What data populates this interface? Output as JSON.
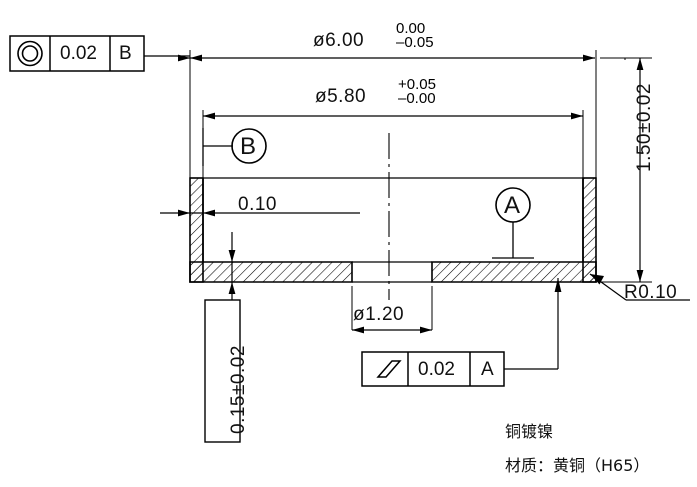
{
  "drawing": {
    "title": "Brass cup cross-section engineering drawing",
    "line_color": "#000000",
    "background": "#ffffff"
  },
  "feature_control_frames": [
    {
      "id": "fcf-circularity-b",
      "symbol_name": "concentricity-icon",
      "symbol_meaning": "concentricity",
      "tolerance": "0.02",
      "datum": "B"
    },
    {
      "id": "fcf-parallelism-a",
      "symbol_name": "parallelism-icon",
      "symbol_meaning": "parallelism",
      "tolerance": "0.02",
      "datum": "A"
    }
  ],
  "dimensions": {
    "outer_diameter": {
      "value": "ø6.00",
      "tol_upper": "0.00",
      "tol_lower": "0.05",
      "tol_upper_sign": "",
      "tol_lower_sign": "–"
    },
    "inner_diameter": {
      "value": "ø5.80",
      "tol_upper": "0.05",
      "tol_lower": "0.00",
      "tol_upper_sign": "+",
      "tol_lower_sign": "–"
    },
    "height": {
      "value": "1.50±0.02"
    },
    "wall_thickness": {
      "value": "0.10"
    },
    "base_thickness": {
      "value": "0.15±0.02"
    },
    "hole_diameter": {
      "value": "ø1.20"
    },
    "corner_radius": {
      "value": "R0.10"
    }
  },
  "datum_callouts": [
    {
      "id": "datum-b",
      "label": "B"
    },
    {
      "id": "datum-a",
      "label": "A"
    }
  ],
  "notes": {
    "plating": "铜镀镍",
    "material": "材质：黄铜（H65）"
  }
}
